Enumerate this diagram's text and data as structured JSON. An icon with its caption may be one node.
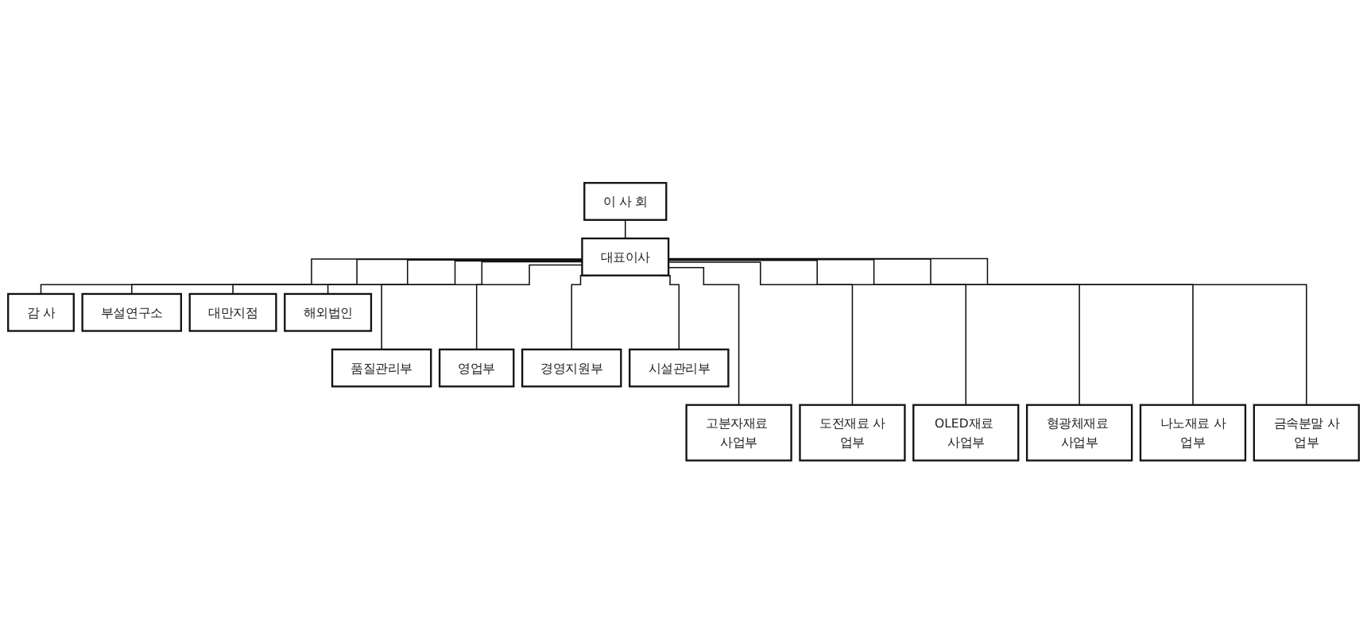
{
  "diagram": {
    "nodes": [
      {
        "text": [
          "이 사 회"
        ]
      },
      {
        "text": [
          "대표이사"
        ]
      },
      {
        "text": [
          "감 사"
        ]
      },
      {
        "text": [
          "부설연구소"
        ]
      },
      {
        "text": [
          "대만지점"
        ]
      },
      {
        "text": [
          "해외법인"
        ]
      },
      {
        "text": [
          "품질관리부"
        ]
      },
      {
        "text": [
          "영업부"
        ]
      },
      {
        "text": [
          "경영지원부"
        ]
      },
      {
        "text": [
          "시설관리부"
        ]
      },
      {
        "text": [
          "고분자재료 사업부"
        ]
      },
      {
        "text": [
          "도전재료 사업부"
        ]
      },
      {
        "text": [
          "OLED재료 사업부"
        ]
      },
      {
        "text": [
          "형광체재료 사업부"
        ]
      },
      {
        "text": [
          "나노재료 사업부"
        ]
      },
      {
        "text": [
          "금속분말 사업부"
        ]
      }
    ],
    "edges": [
      {
        "from": 0,
        "to": 1,
        "arrow": "none"
      },
      {
        "from": 1,
        "to": 2,
        "arrow": "none"
      },
      {
        "from": 1,
        "to": 3,
        "arrow": "none"
      },
      {
        "from": 1,
        "to": 4,
        "arrow": "none"
      },
      {
        "from": 1,
        "to": 5,
        "arrow": "none"
      },
      {
        "from": 1,
        "to": 6,
        "arrow": "none"
      },
      {
        "from": 1,
        "to": 7,
        "arrow": "none"
      },
      {
        "from": 1,
        "to": 8,
        "arrow": "none"
      },
      {
        "from": 1,
        "to": 9,
        "arrow": "none"
      },
      {
        "from": 1,
        "to": 10,
        "arrow": "none"
      },
      {
        "from": 1,
        "to": 11,
        "arrow": "none"
      },
      {
        "from": 1,
        "to": 12,
        "arrow": "none"
      },
      {
        "from": 1,
        "to": 13,
        "arrow": "none"
      },
      {
        "from": 1,
        "to": 14,
        "arrow": "none"
      },
      {
        "from": 1,
        "to": 15,
        "arrow": "none"
      }
    ]
  }
}
